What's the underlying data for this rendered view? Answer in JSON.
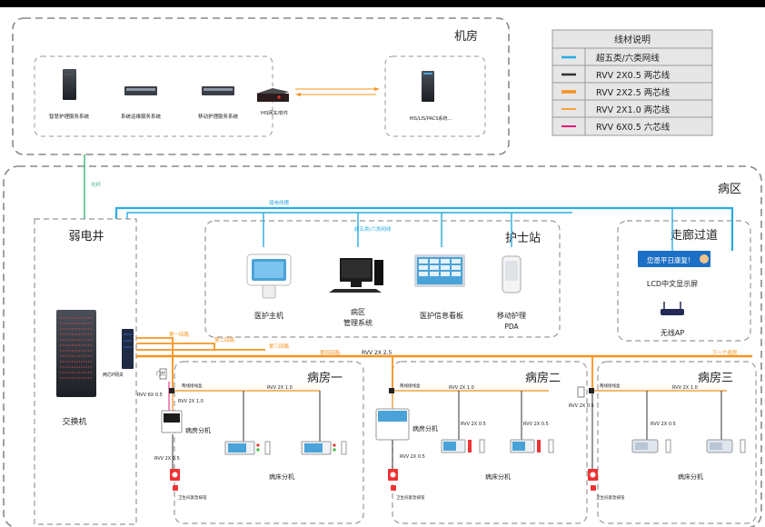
{
  "regions": {
    "machine_room": "机房",
    "ward": "病区",
    "weak_shaft": "弱电井",
    "nurse_station": "护士站",
    "corridor": "走廊过道",
    "room1": "病房一",
    "room2": "病房二",
    "room3": "病房三"
  },
  "machine_room_devices": {
    "server1": "智慧护理服务系统",
    "server2": "系统运维服务系统",
    "server3": "移动护理服务系统",
    "gateway": "HIS网关/软件",
    "his": "HIS/LIS/PACS系统..."
  },
  "link_labels": {
    "fiber": "光纤",
    "weak_bridge": "弱电线槽",
    "cat6_top": "超五类/六类网线",
    "loop1": "第一回路",
    "loop2": "第二回路",
    "loop3": "第三回路",
    "loop4": "第四回路",
    "rvv25": "RVV 2X 2.5",
    "next_room": "下一个病房",
    "two_core_gw": "两芯P网关"
  },
  "nurse_station_devices": {
    "host": "医护主机",
    "ward_mgmt_1": "病区",
    "ward_mgmt_2": "管理系统",
    "board": "医护信息看板",
    "pda_1": "移动护理",
    "pda_2": "PDA"
  },
  "corridor_devices": {
    "lcd_screen_text": "您恩平日康复!",
    "lcd": "LCD中文显示屏",
    "ap": "无线AP"
  },
  "switch_label": "交换机",
  "rooms": {
    "door_light": "门灯",
    "bed_head_box": "两线接线盒",
    "rvv_6x05": "RVV 6X 0.5",
    "rvv_2x10": "RVV 2X 1.0",
    "rvv_2x05": "RVV 2X 0.5",
    "room_unit": "病房分机",
    "bed_unit": "病床分机",
    "toilet_btn": "卫生间紧急按钮"
  },
  "legend": {
    "title": "线材说明",
    "items": [
      {
        "label": "超五类/六类网线",
        "color": "#29abe2"
      },
      {
        "label": "RVV 2X0.5 两芯线",
        "color": "#333333"
      },
      {
        "label": "RVV 2X2.5 两芯线",
        "color": "#f7931e"
      },
      {
        "label": "RVV 2X1.0 两芯线",
        "color": "#f7a23c"
      },
      {
        "label": "RVV 6X0.5 六芯线",
        "color": "#e6197d"
      }
    ]
  },
  "colors": {
    "cat6": "#29abe2",
    "orange": "#f7931e",
    "fiber": "#3cb371",
    "dash": "#888888"
  }
}
